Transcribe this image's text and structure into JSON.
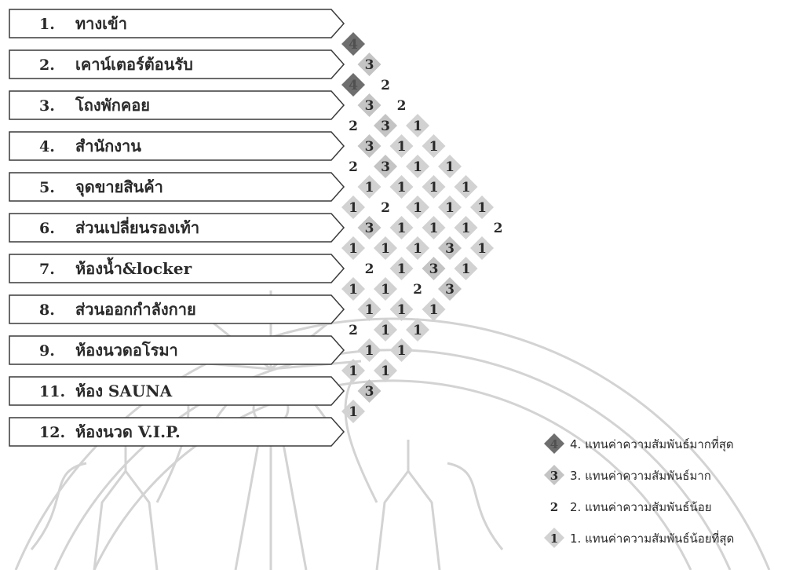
{
  "rooms": [
    {
      "num": "1.",
      "name": "ทางเข้า"
    },
    {
      "num": "2.",
      "name": "เคาน์เตอร์ต้อนรับ"
    },
    {
      "num": "3.",
      "name": "โถงพักคอย"
    },
    {
      "num": "4.",
      "name": "สำนักงาน"
    },
    {
      "num": "5.",
      "name": "จุดขายสินค้า"
    },
    {
      "num": "6.",
      "name": "ส่วนเปลี่ยนรองเท้า"
    },
    {
      "num": "7.",
      "name": "ห้องน้ำ&locker"
    },
    {
      "num": "8.",
      "name": "ส่วนออกกำลังกาย"
    },
    {
      "num": "9.",
      "name": "ห้องนวดอโรมา"
    },
    {
      "num": "11.",
      "name": "ห้อง SAUNA"
    },
    {
      "num": "12.",
      "name": "ห้องนวด V.I.P."
    }
  ],
  "matrix": [
    [
      4,
      3,
      2,
      2,
      1,
      1,
      1,
      1,
      1,
      2
    ],
    [
      4,
      3,
      3,
      1,
      1,
      1,
      1,
      1,
      1
    ],
    [
      2,
      3,
      3,
      1,
      1,
      1,
      3,
      1
    ],
    [
      2,
      1,
      2,
      1,
      1,
      3,
      3
    ],
    [
      1,
      3,
      1,
      1,
      2,
      1
    ],
    [
      1,
      2,
      1,
      1,
      1
    ],
    [
      1,
      1,
      1,
      1
    ],
    [
      2,
      1,
      1
    ],
    [
      1,
      3
    ],
    [
      1
    ]
  ],
  "legend": [
    {
      "level": 4,
      "symbol": "4",
      "text": "4. แทนค่าความสัมพันธ์มากที่สุด"
    },
    {
      "level": 3,
      "symbol": "3",
      "text": "3. แทนค่าความสัมพันธ์มาก"
    },
    {
      "level": 2,
      "symbol": "2",
      "text": "2. แทนค่าความสัมพันธ์น้อย"
    },
    {
      "level": 1,
      "symbol": "1",
      "text": "1. แทนค่าความสัมพันธ์น้อยที่สุด"
    }
  ],
  "colors": {
    "level4": "#6e6e6e",
    "level3": "#c4c4c4",
    "level2": "#ffffff",
    "level1": "#d2d2d2",
    "boxStroke": "#3a3a3a",
    "text": "#2a2a2a",
    "watermark": "#c9c9c9"
  }
}
